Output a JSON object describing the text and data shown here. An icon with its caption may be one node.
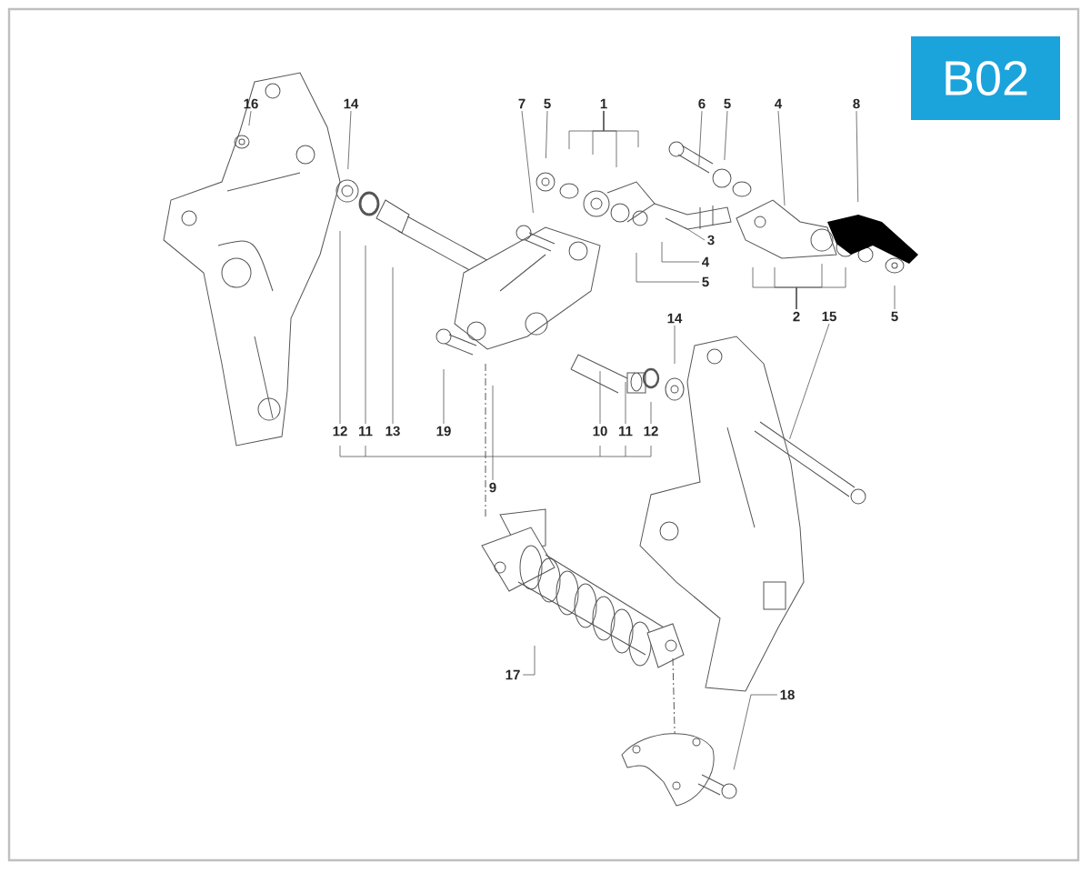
{
  "diagram": {
    "nodes": [
      {
        "text": [
          "B02"
        ]
      },
      {
        "text": [
          "16"
        ]
      },
      {
        "text": [
          "14"
        ]
      },
      {
        "text": [
          "7"
        ]
      },
      {
        "text": [
          "5"
        ]
      },
      {
        "text": [
          "1"
        ]
      },
      {
        "text": [
          "6"
        ]
      },
      {
        "text": [
          "5"
        ]
      },
      {
        "text": [
          "4"
        ]
      },
      {
        "text": [
          "8"
        ]
      },
      {
        "text": [
          "3"
        ]
      },
      {
        "text": [
          "4"
        ]
      },
      {
        "text": [
          "5"
        ]
      },
      {
        "text": [
          "2"
        ]
      },
      {
        "text": [
          "15"
        ]
      },
      {
        "text": [
          "14"
        ]
      },
      {
        "text": [
          "5"
        ]
      },
      {
        "text": [
          "12"
        ]
      },
      {
        "text": [
          "11"
        ]
      },
      {
        "text": [
          "13"
        ]
      },
      {
        "text": [
          "19"
        ]
      },
      {
        "text": [
          "10"
        ]
      },
      {
        "text": [
          "11"
        ]
      },
      {
        "text": [
          "12"
        ]
      },
      {
        "text": [
          "9"
        ]
      },
      {
        "text": [
          "17"
        ]
      },
      {
        "text": [
          "18"
        ]
      }
    ],
    "edges": [
      {
        "from": 1,
        "to": null,
        "arrow": "none"
      },
      {
        "from": 2,
        "to": null,
        "arrow": "none"
      },
      {
        "from": 3,
        "to": null,
        "arrow": "none"
      },
      {
        "from": 4,
        "to": null,
        "arrow": "none"
      },
      {
        "from": 5,
        "to": null,
        "arrow": "none"
      },
      {
        "from": 5,
        "to": null,
        "arrow": "none"
      },
      {
        "from": 5,
        "to": null,
        "arrow": "none"
      },
      {
        "from": 5,
        "to": null,
        "arrow": "none"
      },
      {
        "from": 6,
        "to": null,
        "arrow": "none"
      },
      {
        "from": 7,
        "to": null,
        "arrow": "none"
      },
      {
        "from": 8,
        "to": null,
        "arrow": "none"
      },
      {
        "from": 9,
        "to": null,
        "arrow": "none"
      },
      {
        "from": 10,
        "to": null,
        "arrow": "none"
      },
      {
        "from": 11,
        "to": null,
        "arrow": "none"
      },
      {
        "from": 12,
        "to": null,
        "arrow": "none"
      },
      {
        "from": 13,
        "to": null,
        "arrow": "none"
      },
      {
        "from": 13,
        "to": null,
        "arrow": "none"
      },
      {
        "from": 13,
        "to": null,
        "arrow": "none"
      },
      {
        "from": 13,
        "to": null,
        "arrow": "none"
      },
      {
        "from": 14,
        "to": null,
        "arrow": "none"
      },
      {
        "from": 15,
        "to": null,
        "arrow": "none"
      },
      {
        "from": 16,
        "to": null,
        "arrow": "none"
      },
      {
        "from": 17,
        "to": null,
        "arrow": "none"
      },
      {
        "from": 18,
        "to": null,
        "arrow": "none"
      },
      {
        "from": 19,
        "to": null,
        "arrow": "none"
      },
      {
        "from": 20,
        "to": null,
        "arrow": "none"
      },
      {
        "from": 21,
        "to": null,
        "arrow": "none"
      },
      {
        "from": 22,
        "to": null,
        "arrow": "none"
      },
      {
        "from": 23,
        "to": null,
        "arrow": "none"
      },
      {
        "from": 24,
        "to": null,
        "arrow": "none"
      },
      {
        "from": 25,
        "to": null,
        "arrow": "none"
      },
      {
        "from": 26,
        "to": null,
        "arrow": "none"
      }
    ]
  }
}
